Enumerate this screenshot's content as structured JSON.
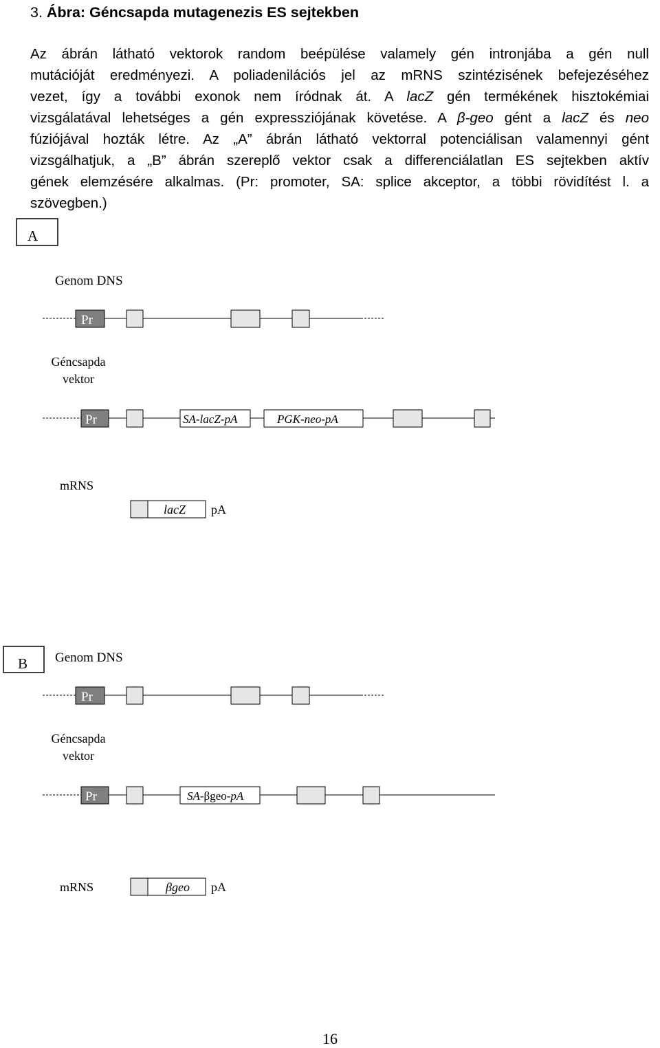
{
  "heading": {
    "number": "3.",
    "title": "Ábra: Géncsapda mutagenezis ES sejtekben"
  },
  "paragraph": {
    "l1": "Az ábrán látható vektorok random beépülése valamely gén intronjába a gén null",
    "l2": "mutációját eredményezi. A poliadenilációs jel az mRNS szintézisének befejezéséhez",
    "l3": "vezet, így a további exonok nem íródnak át.",
    "l3b": "A ",
    "l3c": "lacZ",
    "l3d": " gén termékének hisztokémiai",
    "l4a": "vizsgálatával lehetséges a gén expressziójának követése. A ",
    "l4b": "β-geo",
    "l4c": " gént a ",
    "l4d": "lacZ",
    "l4e": " és ",
    "l4f": "neo",
    "l5a": "fúziójával hozták létre.",
    "l5b": " Az „A” ábrán látható vektorral potenciálisan valamennyi gént",
    "l6": "vizsgálhatjuk, a „B” ábrán szereplő vektor csak a differenciálatlan ES sejtekben aktív",
    "l7": "gének elemzésére alkalmas. (Pr: promoter, SA: splice akceptor, a többi rövidítést l. a",
    "l8": "szövegben.)"
  },
  "panel_a": {
    "label": "A",
    "genom_label": "Genom DNS",
    "genom_pr": "Pr",
    "trap_label_1": "Géncsapda",
    "trap_label_2": "vektor",
    "trap_pr": "Pr",
    "cassette_1_a": "SA-",
    "cassette_1_b": "lacZ",
    "cassette_1_c": "-pA",
    "cassette_2_a": "PGK-",
    "cassette_2_b": "neo",
    "cassette_2_c": "-pA",
    "mrns_label": "mRNS",
    "mrns_gene": "lacZ",
    "mrns_pa": "pA"
  },
  "panel_b": {
    "label": "B",
    "genom_label": "Genom DNS",
    "genom_pr": "Pr",
    "trap_label_1": "Géncsapda",
    "trap_label_2": "vektor",
    "trap_pr": "Pr",
    "cassette_a": "SA-",
    "cassette_b": "βgeo",
    "cassette_c": "-pA",
    "mrns_label": "mRNS",
    "mrns_gene": "βgeo",
    "mrns_pa": "pA"
  },
  "page_number": "16",
  "colors": {
    "promoter_fill": "#7f7f7f",
    "exon_fill": "#e6e6e6",
    "line": "#000000"
  }
}
